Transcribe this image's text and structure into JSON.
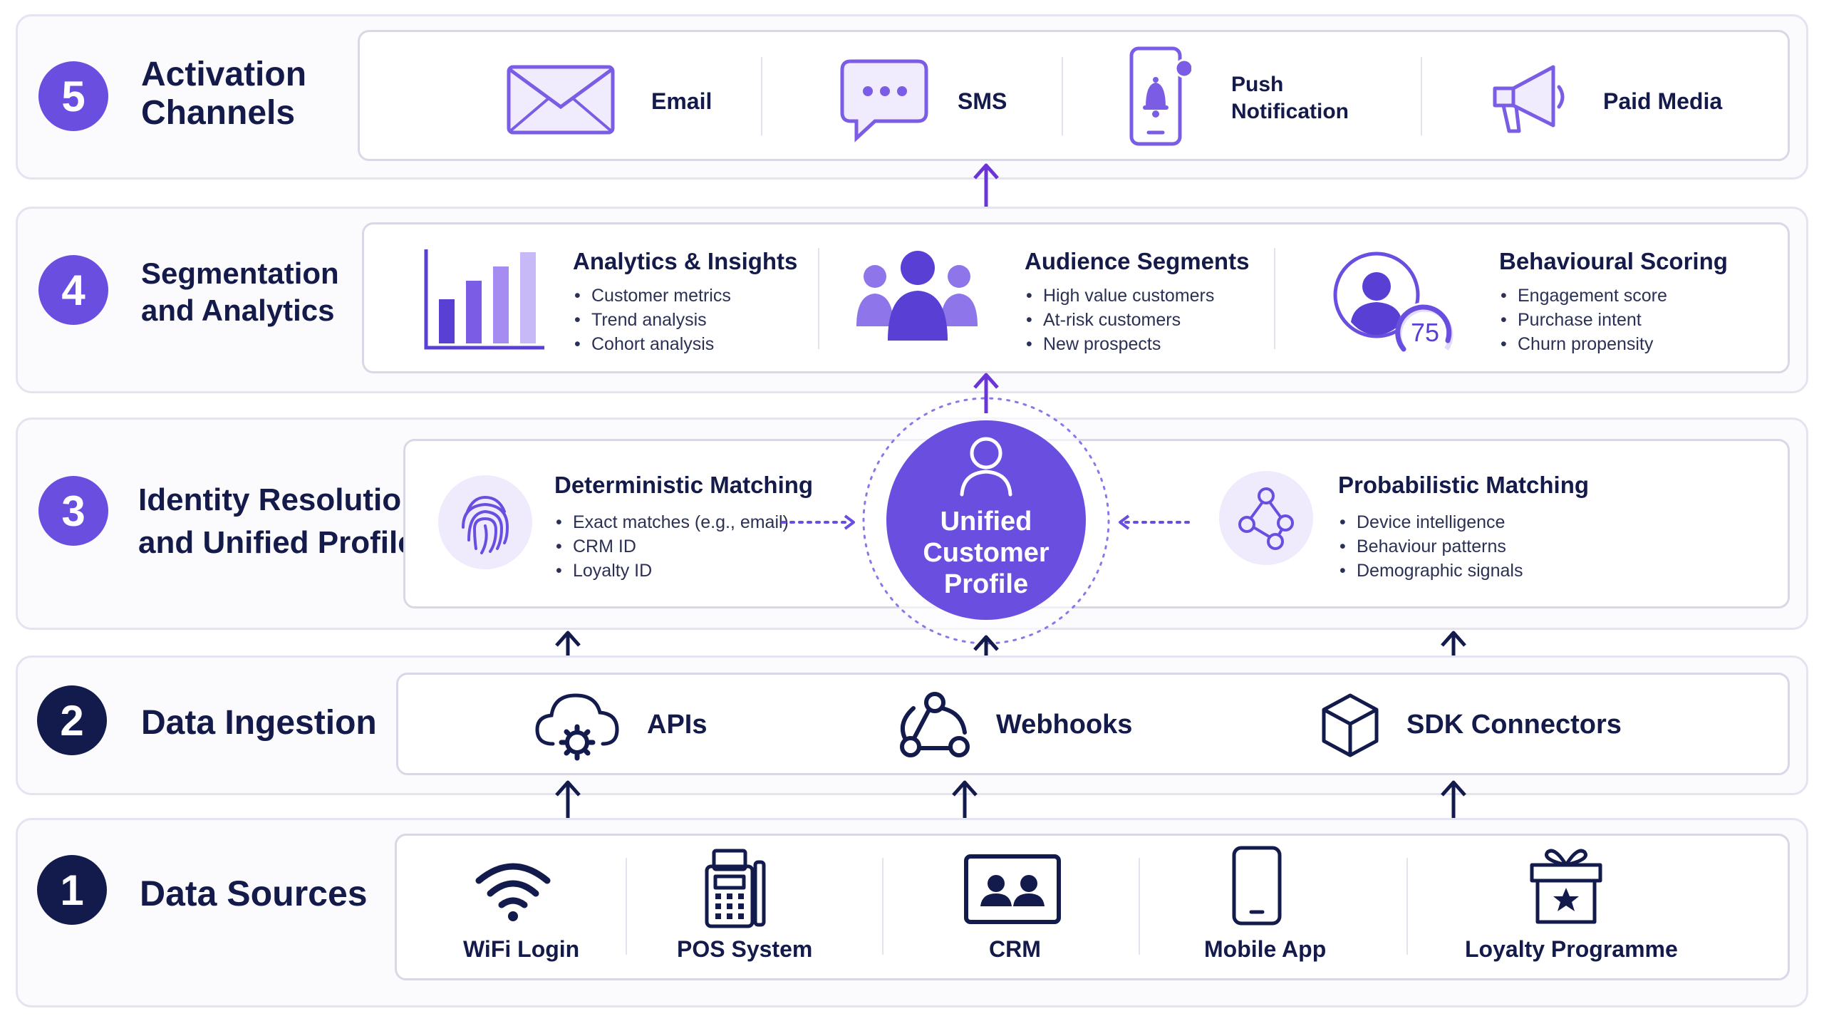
{
  "layers": [
    {
      "number": "5",
      "title_line1": "Activation",
      "title_line2": "Channels",
      "channels": [
        {
          "label": "Email",
          "icon": "envelope-icon"
        },
        {
          "label": "SMS",
          "icon": "chat-bubble-icon"
        },
        {
          "label_line1": "Push",
          "label_line2": "Notification",
          "icon": "phone-bell-icon"
        },
        {
          "label": "Paid Media",
          "icon": "megaphone-icon"
        }
      ]
    },
    {
      "number": "4",
      "title_line1": "Segmentation",
      "title_line2": "and Analytics",
      "cards": [
        {
          "title": "Analytics & Insights",
          "icon": "bar-chart-icon",
          "bullets": [
            "Customer metrics",
            "Trend analysis",
            "Cohort analysis"
          ]
        },
        {
          "title": "Audience Segments",
          "icon": "people-group-icon",
          "bullets": [
            "High value customers",
            "At-risk customers",
            "New prospects"
          ]
        },
        {
          "title": "Behavioural Scoring",
          "icon": "user-score-icon",
          "score": "75",
          "bullets": [
            "Engagement score",
            "Purchase intent",
            "Churn propensity"
          ]
        }
      ]
    },
    {
      "number": "3",
      "title_line1": "Identity Resolution",
      "title_line2": "and Unified Profile",
      "deterministic": {
        "title": "Deterministic Matching",
        "icon": "fingerprint-icon",
        "bullets": [
          "Exact matches (e.g., email)",
          "CRM ID",
          "Loyalty ID"
        ]
      },
      "profile": {
        "line1": "Unified",
        "line2": "Customer",
        "line3": "Profile",
        "icon": "user-icon"
      },
      "probabilistic": {
        "title": "Probabilistic Matching",
        "icon": "network-nodes-icon",
        "bullets": [
          "Device intelligence",
          "Behaviour patterns",
          "Demographic signals"
        ]
      }
    },
    {
      "number": "2",
      "title_line1": "Data Ingestion",
      "items": [
        {
          "label": "APIs",
          "icon": "cloud-gear-icon"
        },
        {
          "label": "Webhooks",
          "icon": "webhook-icon"
        },
        {
          "label": "SDK Connectors",
          "icon": "cube-icon"
        }
      ]
    },
    {
      "number": "1",
      "title_line1": "Data Sources",
      "sources": [
        {
          "label": "WiFi Login",
          "icon": "wifi-icon"
        },
        {
          "label": "POS System",
          "icon": "pos-terminal-icon"
        },
        {
          "label": "CRM",
          "icon": "contact-card-icon"
        },
        {
          "label": "Mobile App",
          "icon": "mobile-phone-icon"
        },
        {
          "label": "Loyalty Programme",
          "icon": "gift-star-icon"
        }
      ]
    }
  ],
  "colors": {
    "purple": "#6a4ee0",
    "purple_light": "#efeafc",
    "navy": "#131a4c",
    "border": "#d8d8e6"
  }
}
